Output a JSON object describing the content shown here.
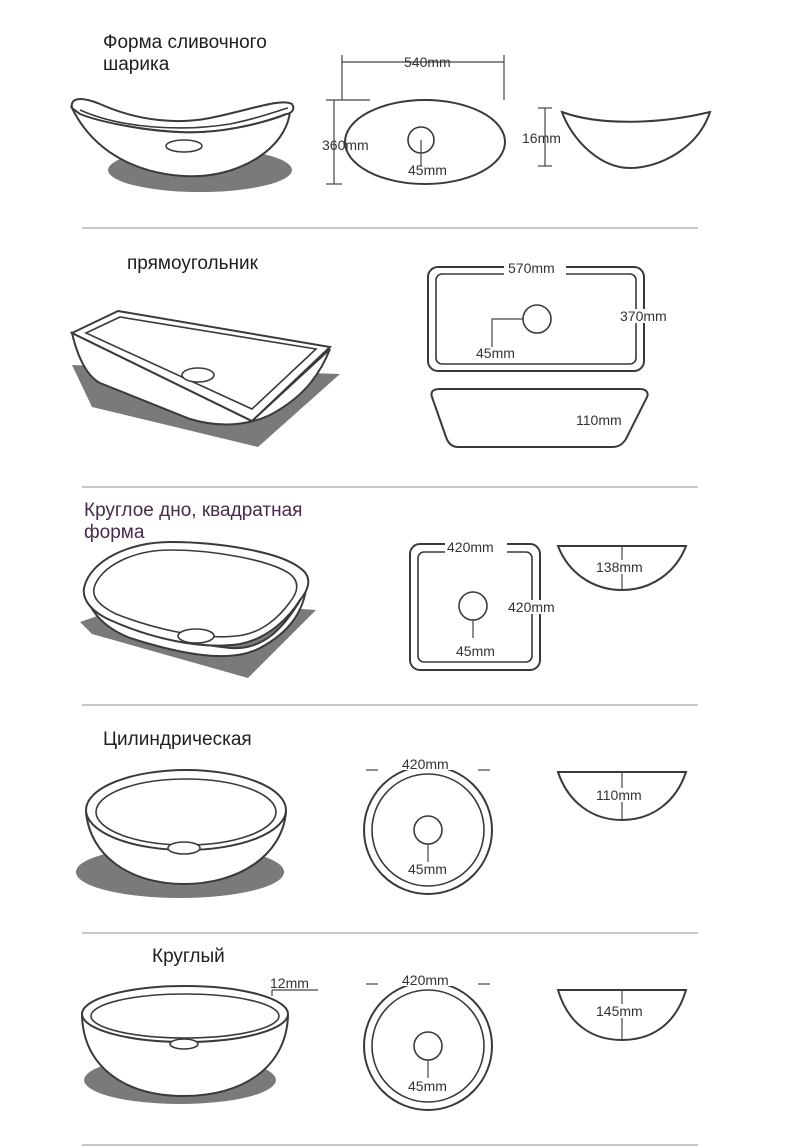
{
  "sections": [
    {
      "title": "Форма сливочного шарика",
      "dims": {
        "length": "540mm",
        "width": "360mm",
        "height": "16mm",
        "drain": "45mm"
      }
    },
    {
      "title": "прямоугольник",
      "dims": {
        "length": "570mm",
        "width": "370mm",
        "height": "110mm",
        "drain": "45mm"
      }
    },
    {
      "title": "Круглое дно, квадратная форма",
      "dims": {
        "length": "420mm",
        "width": "420mm",
        "height": "138mm",
        "drain": "45mm"
      }
    },
    {
      "title": "Цилиндрическая",
      "dims": {
        "diameter": "420mm",
        "height": "110mm",
        "drain": "45mm"
      }
    },
    {
      "title": "Круглый",
      "dims": {
        "rim": "12mm",
        "diameter": "420mm",
        "height": "145mm",
        "drain": "45mm"
      }
    }
  ],
  "colors": {
    "line": "#3a3a3a",
    "shadow": "#7a7a7a",
    "divider": "#c8c8c8",
    "purple_title": "#4a2a4a"
  }
}
